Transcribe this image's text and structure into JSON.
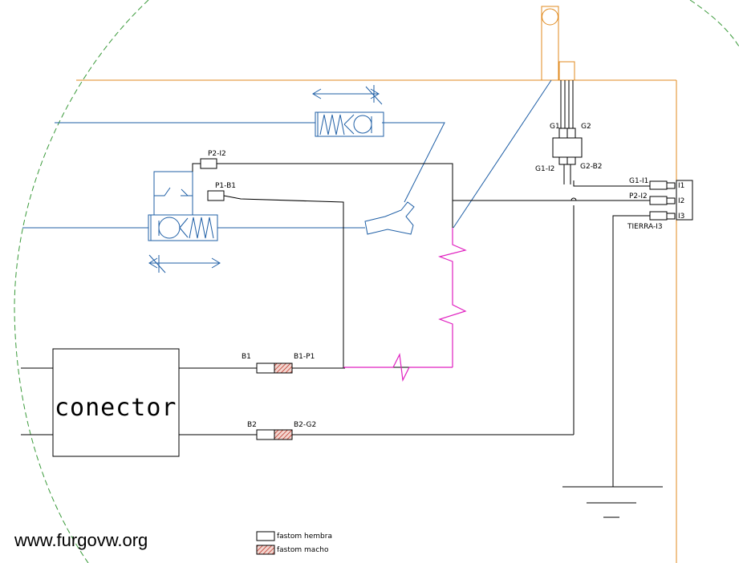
{
  "colors": {
    "orange": "#e08a1e",
    "blue": "#1f5fa6",
    "magenta": "#e020c0",
    "black": "#000000",
    "dash": "#3a9a3a",
    "hatch": "#c0392b"
  },
  "labels": {
    "p2_i2_top": "P2-I2",
    "p1_b1": "P1-B1",
    "g1": "G1",
    "g2": "G2",
    "g1_i2": "G1-I2",
    "g2_b2": "G2-B2",
    "g1_i1": "G1-I1",
    "p2_i2_right": "P2-I2",
    "tierra_i3": "TIERRA-I3",
    "i1": "I1",
    "i2": "I2",
    "i3": "I3",
    "b1": "B1",
    "b1_p1": "B1-P1",
    "b2": "B2",
    "b2_g2": "B2-G2",
    "conector": "conector"
  },
  "legend": {
    "female": "fastom hembra",
    "male": "fastom macho"
  },
  "watermark": "www.furgovw.org"
}
